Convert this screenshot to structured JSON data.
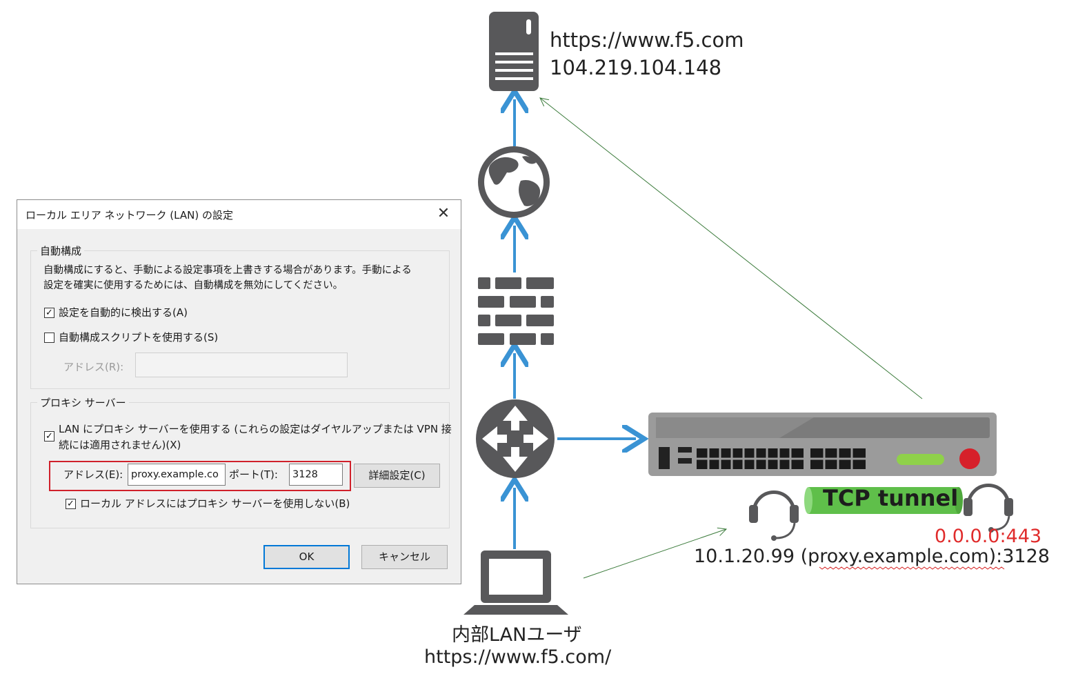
{
  "web_server": {
    "url": "https://www.f5.com",
    "ip": "104.219.104.148"
  },
  "internal_user": {
    "label": "内部LANユーザ",
    "url": "https://www.f5.com/"
  },
  "tunnel": {
    "label": "TCP tunnel",
    "listener": "0.0.0.0:443",
    "proxy_prefix": "10.1.20.99 (",
    "proxy_host": "proxy.example.com",
    "proxy_suffix": "):3128"
  },
  "icons": [
    "server-icon",
    "globe-icon",
    "firewall-icon",
    "router-icon",
    "f5-appliance-icon",
    "laptop-icon",
    "headset-icon"
  ],
  "colors": {
    "arrow": "#3a93d4",
    "icon": "#58585a",
    "tunnel": "#5fbf4a",
    "listener": "#e02b2b",
    "thin_line": "#3a7a3a"
  },
  "dialog": {
    "title": "ローカル エリア ネットワーク (LAN) の設定",
    "auto_config": {
      "legend": "自動構成",
      "description_line1": "自動構成にすると、手動による設定事項を上書きする場合があります。手動による",
      "description_line2": "設定を確実に使用するためには、自動構成を無効にしてください。",
      "auto_detect": {
        "label": "設定を自動的に検出する(A)",
        "checked": true
      },
      "use_script": {
        "label": "自動構成スクリプトを使用する(S)",
        "checked": false
      },
      "address_label": "アドレス(R):",
      "address_value": ""
    },
    "proxy": {
      "legend": "プロキシ サーバー",
      "use_proxy": {
        "label_line1": "LAN にプロキシ サーバーを使用する (これらの設定はダイヤルアップまたは VPN 接",
        "label_line2": "続には適用されません)(X)",
        "checked": true
      },
      "address_label": "アドレス(E):",
      "address_value": "proxy.example.co",
      "port_label": "ポート(T):",
      "port_value": "3128",
      "advanced_button": "詳細設定(C)",
      "bypass_local": {
        "label": "ローカル アドレスにはプロキシ サーバーを使用しない(B)",
        "checked": true
      }
    },
    "ok_button": "OK",
    "cancel_button": "キャンセル"
  }
}
